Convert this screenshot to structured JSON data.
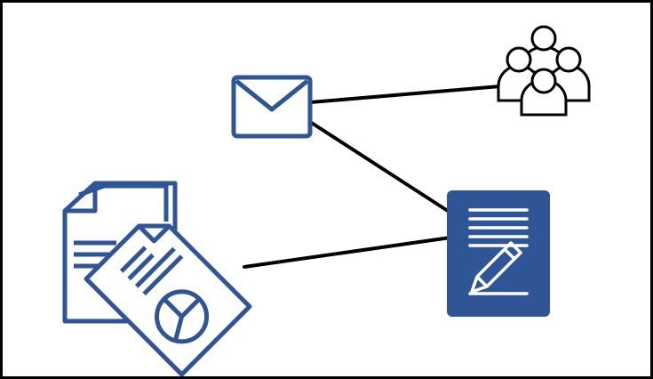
{
  "colors": {
    "accent": "#2f5597",
    "line": "#000000",
    "background": "#ffffff",
    "white": "#ffffff"
  },
  "nodes": [
    {
      "id": "email",
      "icon": "envelope-icon"
    },
    {
      "id": "people",
      "icon": "people-group-icon"
    },
    {
      "id": "form",
      "icon": "document-edit-icon"
    },
    {
      "id": "reports",
      "icon": "report-documents-icon"
    }
  ],
  "edges": [
    {
      "from": "email",
      "to": "people"
    },
    {
      "from": "email",
      "to": "form"
    },
    {
      "from": "reports",
      "to": "form"
    }
  ]
}
